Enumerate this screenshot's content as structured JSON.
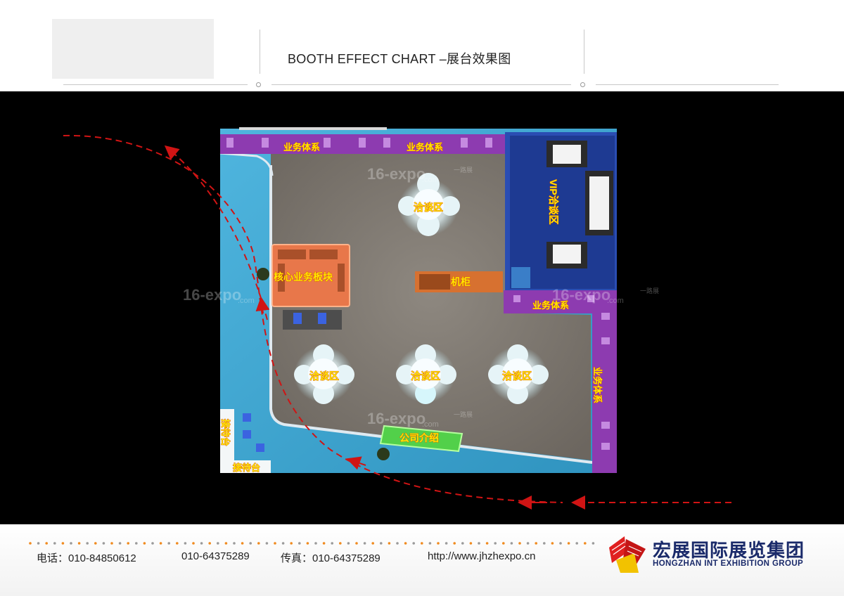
{
  "header": {
    "title": "BOOTH EFFECT CHART –展台效果图"
  },
  "booth": {
    "zones": {
      "business_top_left": "业务体系",
      "business_top_right": "业务体系",
      "business_mid": "业务体系",
      "business_right": "业务体系",
      "negotiation_top": "洽谈区",
      "negotiation_1": "洽谈区",
      "negotiation_2": "洽谈区",
      "negotiation_3": "洽谈区",
      "vip": "VIP洽谈区",
      "core": "核心业务板块",
      "cabinet": "机柜",
      "company": "公司介绍",
      "reception_1": "接待台",
      "reception_2": "接待台"
    },
    "watermark": {
      "brand": "16-expo",
      "sub": ".com",
      "tag": "一路展"
    },
    "colors": {
      "aisle": "#3aa6d2",
      "floor": "#7d7770",
      "business_wall": "#8d3bb0",
      "vip_floor": "#1f3a96",
      "label_fill": "#ffe900",
      "label_stroke": "#d63a00",
      "flow_arrow": "#d01414"
    }
  },
  "footer": {
    "phone": "电话：010-84850612",
    "phone2": "010-64375289",
    "fax": "传真：010-64375289",
    "website": "http://www.jhzhexpo.cn",
    "logo_cn": "宏展国际展览集团",
    "logo_en": "HONGZHAN INT EXHIBITION GROUP"
  }
}
